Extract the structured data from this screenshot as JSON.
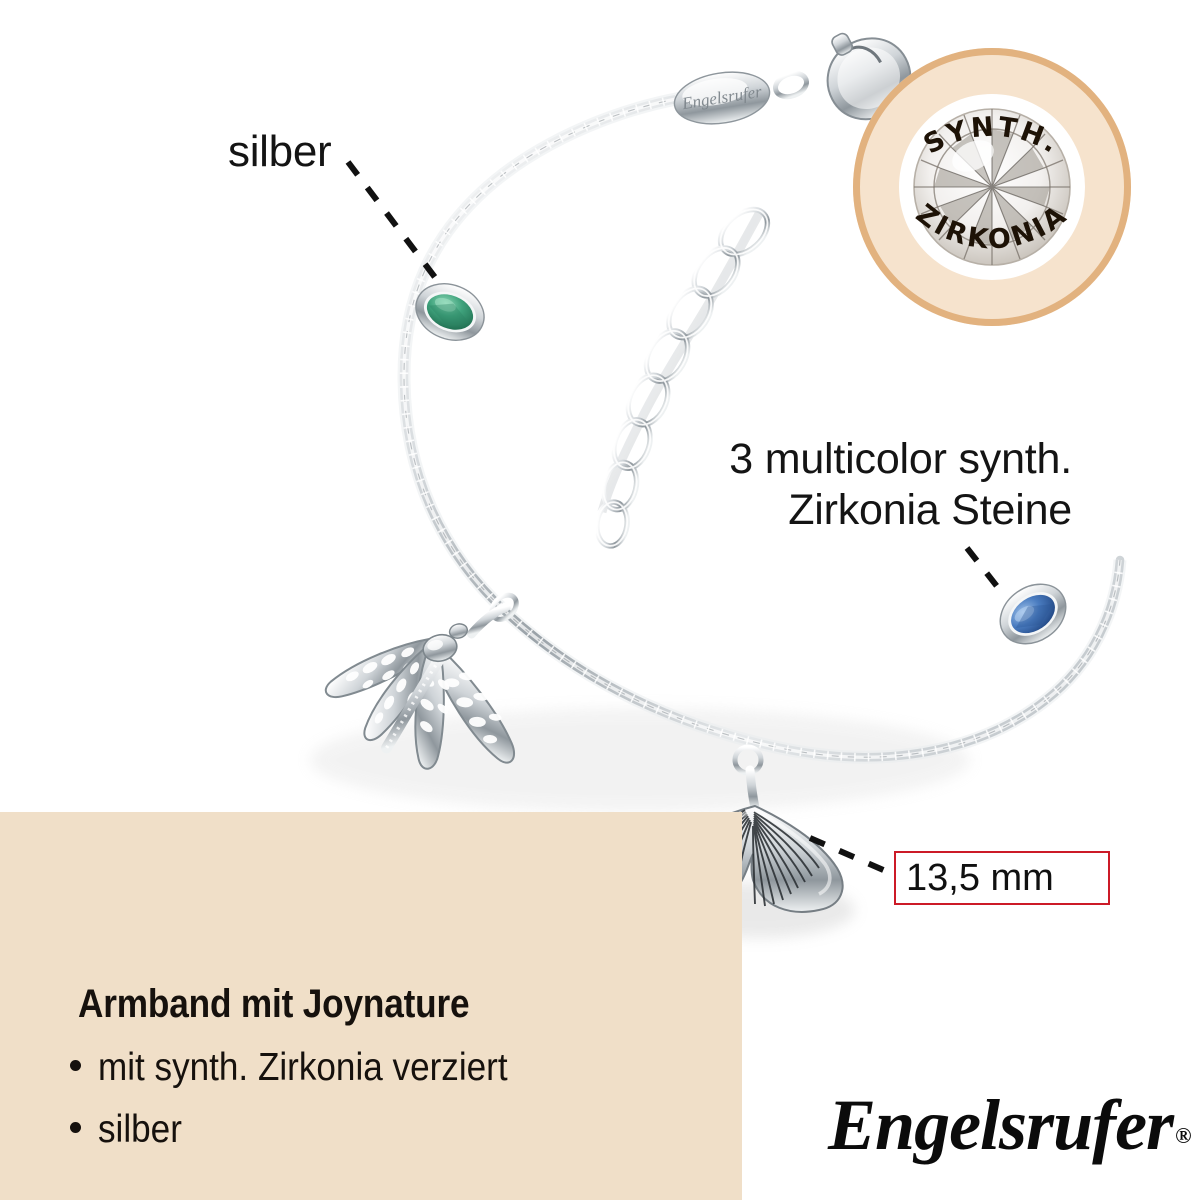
{
  "page": {
    "background": "#ffffff",
    "panel_color": "#f0dfc8"
  },
  "seal": {
    "top_text": "SYNTH.",
    "bottom_text": "ZIRKONIA",
    "ring_color": "#e2b27f",
    "fill_color": "#f6e3cd",
    "center_image": "round-brilliant-cut-zirconia-gem"
  },
  "callouts": {
    "silber": "silber",
    "stones": "3 multicolor synth.\nZirkonia Steine"
  },
  "measurement": {
    "value": "13,5 mm",
    "border_color": "#cc1a27"
  },
  "panel": {
    "title": "Armband mit Joynature",
    "bullets": [
      "mit synth. Zirkonia verziert",
      "silber"
    ]
  },
  "brand": {
    "name": "Engelsrufer",
    "trademark": "®"
  },
  "product": {
    "type": "bracelet",
    "metal_color": "#ffffff",
    "gems": [
      {
        "name": "green-gem",
        "color": "#2f8f6c"
      },
      {
        "name": "blue-gem",
        "color": "#3c6cb0"
      }
    ],
    "charms": [
      "dragonfly-charm",
      "ginkgo-leaf-charm"
    ],
    "tag_engraving": "Engelsrufer"
  }
}
